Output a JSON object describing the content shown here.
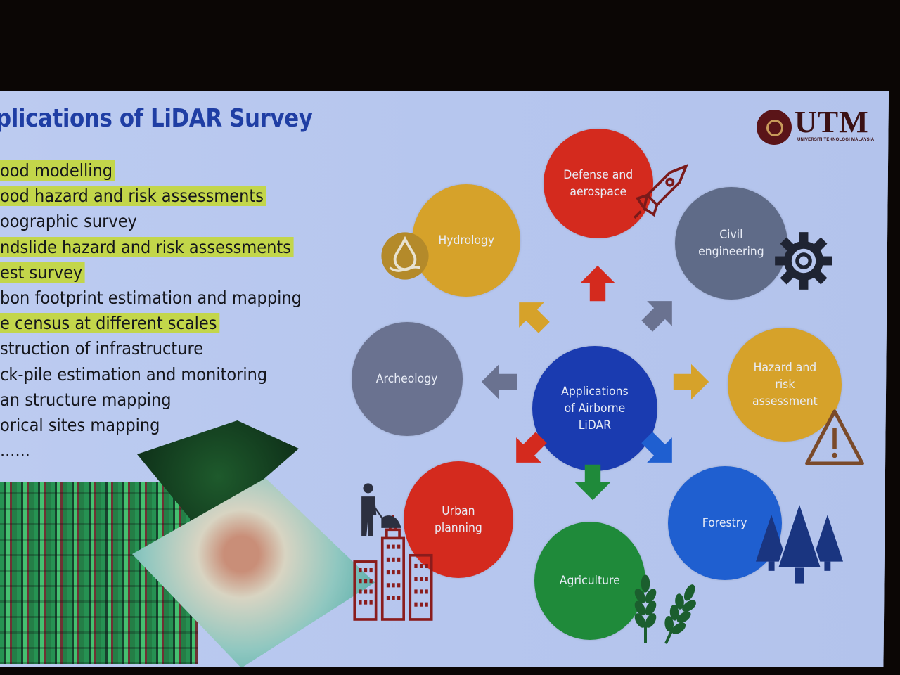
{
  "slide": {
    "title": "plications of LiDAR Survey",
    "bullets": [
      {
        "text": "ood modelling",
        "highlighted": true
      },
      {
        "text": "ood hazard and risk assessments",
        "highlighted": true
      },
      {
        "text": "oographic survey",
        "highlighted": false
      },
      {
        "text": "ndslide hazard and risk assessments",
        "highlighted": true
      },
      {
        "text": "est survey",
        "highlighted": true
      },
      {
        "text": "bon footprint estimation and mapping",
        "highlighted": false
      },
      {
        "text": "e census at different scales",
        "highlighted": true
      },
      {
        "text": "struction of infrastructure",
        "highlighted": false
      },
      {
        "text": "ck-pile estimation and monitoring",
        "highlighted": false
      },
      {
        "text": "an structure mapping",
        "highlighted": false
      },
      {
        "text": "orical sites mapping",
        "highlighted": false
      },
      {
        "text": "......",
        "highlighted": false
      }
    ],
    "logo": {
      "name": "UTM",
      "subtitle": "UNIVERSITI TEKNOLOGI MALAYSIA"
    },
    "highlight_color": "#c3d64a",
    "title_color": "#1f3ea4"
  },
  "diagram": {
    "center": {
      "label": "Applications\nof Airborne\nLiDAR",
      "color": "#1a3bb0"
    },
    "nodes": [
      {
        "id": "defense",
        "label": "Defense and\naerospace",
        "color": "#d42a1e",
        "icon": "rocket-icon"
      },
      {
        "id": "civil",
        "label": "Civil\nengineering",
        "color": "#5f6b88",
        "icon": "gear-icon"
      },
      {
        "id": "hazard",
        "label": "Hazard and\nrisk\nassessment",
        "color": "#d6a22a",
        "icon": "warning-icon"
      },
      {
        "id": "forestry",
        "label": "Forestry",
        "color": "#1f5fd0",
        "icon": "trees-icon"
      },
      {
        "id": "agriculture",
        "label": "Agriculture",
        "color": "#1f8a3a",
        "icon": "wheat-icon"
      },
      {
        "id": "urban",
        "label": "Urban\nplanning",
        "color": "#d42a1e",
        "icon": "buildings-icon"
      },
      {
        "id": "archeology",
        "label": "Archeology",
        "color": "#6a7290",
        "icon": "digger-icon"
      },
      {
        "id": "hydrology",
        "label": "Hydrology",
        "color": "#d6a22a",
        "icon": "water-drop-icon"
      }
    ]
  }
}
